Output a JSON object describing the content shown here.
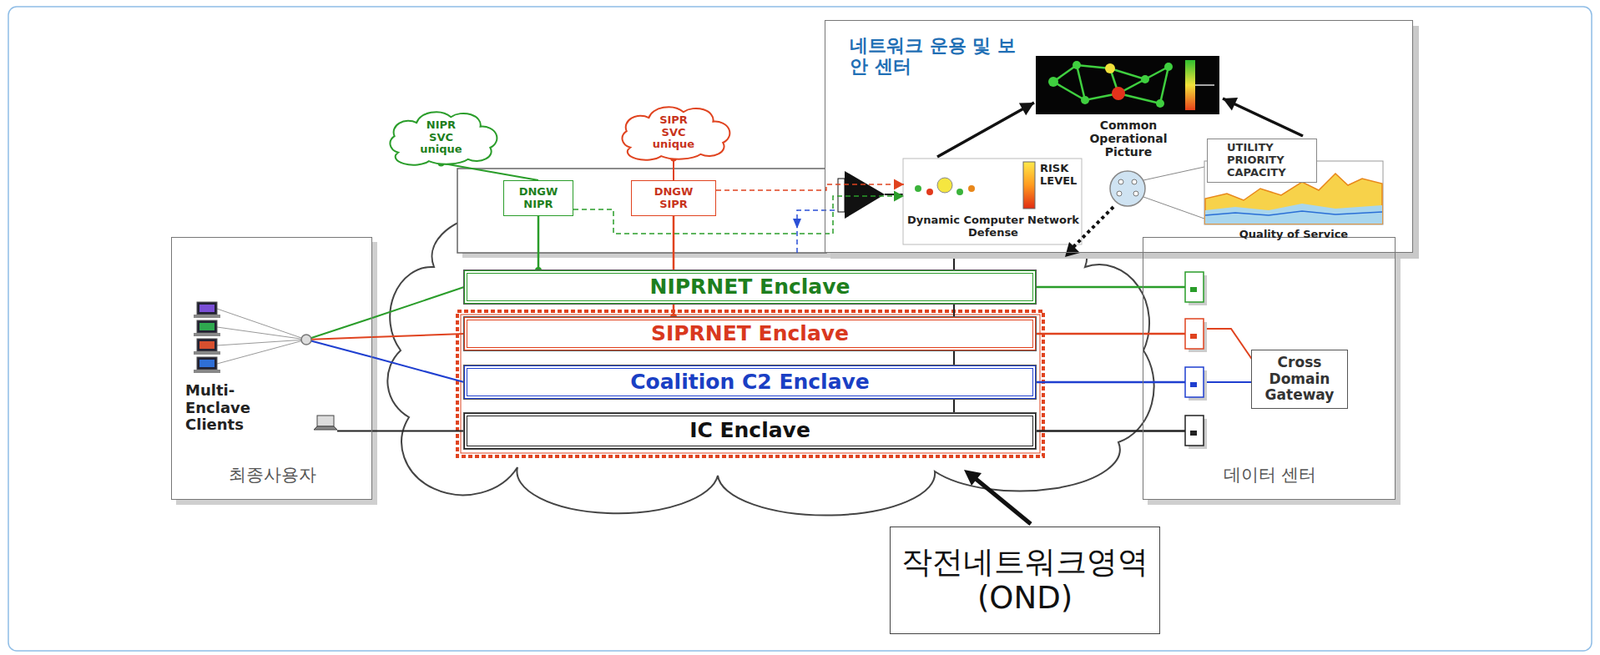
{
  "diagram": {
    "nodes": [
      {
        "text": [
          "NIPR SVC unique"
        ]
      },
      {
        "text": [
          "SIPR SVC unique"
        ]
      },
      {
        "text": [
          "DNGW NIPR"
        ]
      },
      {
        "text": [
          "DNGW SIPR"
        ]
      },
      {
        "text": [
          "네트워크 운용 및 보안 센터"
        ]
      },
      {
        "text": [
          "RISK LEVEL",
          "Dynamic Computer Network Defense"
        ],
        "in": 4
      },
      {
        "text": [
          "Common Operational Picture"
        ],
        "in": 4
      },
      {
        "text": [
          "UTILITY PRIORITY CAPACITY"
        ],
        "in": 4
      },
      {
        "text": [
          "최종사용자"
        ]
      },
      {
        "text": [
          "NIPRNET Enclave"
        ]
      },
      {
        "text": [
          "SIPRNET Enclave"
        ]
      },
      {
        "text": [
          "Coalition C2 Enclave"
        ]
      },
      {
        "text": [
          "IC Enclave"
        ]
      },
      {
        "text": [
          "데이터 센터"
        ]
      },
      {
        "text": [
          "Cross Domain Gateway"
        ],
        "in": 13
      },
      {
        "text": [
          "작전네트워크영역 (OND)"
        ]
      }
    ],
    "edges": [
      {
        "from": 0,
        "to": 2,
        "arrow": "none"
      },
      {
        "from": 1,
        "to": 3,
        "arrow": "none"
      },
      {
        "from": 2,
        "to": 9,
        "arrow": "none"
      },
      {
        "from": 3,
        "to": 10,
        "arrow": "none"
      },
      {
        "from": 2,
        "to": 5,
        "arrow": "to"
      },
      {
        "from": 3,
        "to": 5,
        "arrow": "to"
      },
      {
        "from": 5,
        "to": 6,
        "arrow": "to"
      },
      {
        "from": 7,
        "to": 6,
        "arrow": "to"
      },
      {
        "from": 8,
        "to": 9,
        "arrow": "none"
      },
      {
        "from": 8,
        "to": 10,
        "arrow": "none"
      },
      {
        "from": 8,
        "to": 11,
        "arrow": "none"
      },
      {
        "from": 8,
        "to": 12,
        "arrow": "none"
      },
      {
        "from": 9,
        "to": 13,
        "arrow": "none"
      },
      {
        "from": 10,
        "to": 13,
        "arrow": "none"
      },
      {
        "from": 11,
        "to": 13,
        "arrow": "none"
      },
      {
        "from": 12,
        "to": 13,
        "arrow": "none"
      }
    ],
    "labels": [
      "Multi-Enclave Clients",
      "Quality of Service"
    ]
  }
}
